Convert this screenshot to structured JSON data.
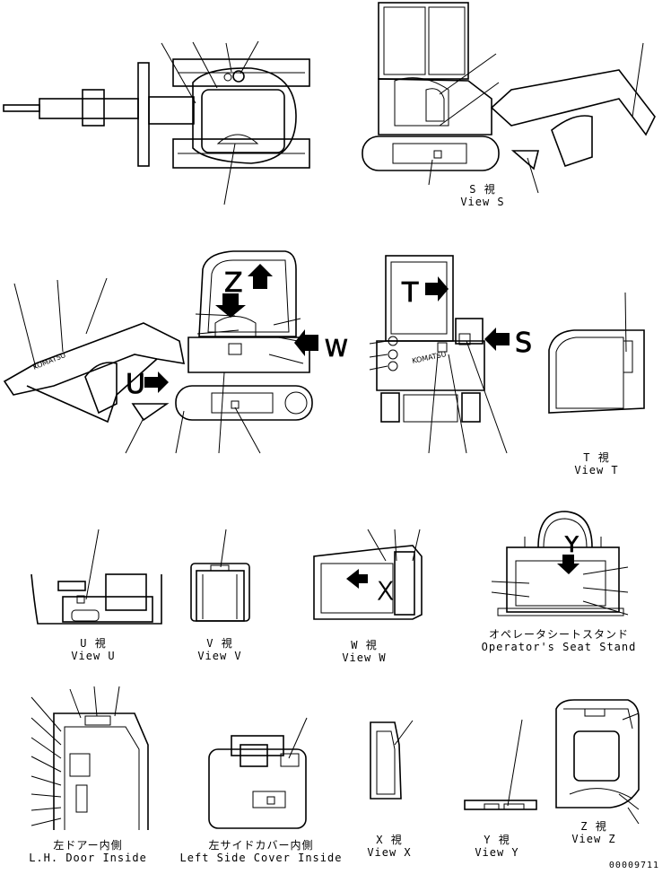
{
  "views": {
    "s": {
      "jp": "S 視",
      "en": "View S"
    },
    "t": {
      "jp": "T 視",
      "en": "View T"
    },
    "u": {
      "jp": "U 視",
      "en": "View U"
    },
    "v": {
      "jp": "V 視",
      "en": "View V"
    },
    "w": {
      "jp": "W 視",
      "en": "View W"
    },
    "x": {
      "jp": "X 視",
      "en": "View X"
    },
    "y": {
      "jp": "Y 視",
      "en": "View Y"
    },
    "z": {
      "jp": "Z 視",
      "en": "View Z"
    },
    "seat_stand": {
      "jp": "オペレータシートスタンド",
      "en": "Operator's Seat Stand"
    },
    "lh_door": {
      "jp": "左ドアー内側",
      "en": "L.H. Door Inside"
    },
    "left_cover": {
      "jp": "左サイドカバー内側",
      "en": "Left Side Cover Inside"
    }
  },
  "arrow_letters": {
    "z": "Z",
    "u": "U",
    "t": "T",
    "w": "W",
    "s": "S",
    "y": "Y",
    "x": "X"
  },
  "decal_text": "KOMATSU",
  "drawing_number": "00009711"
}
